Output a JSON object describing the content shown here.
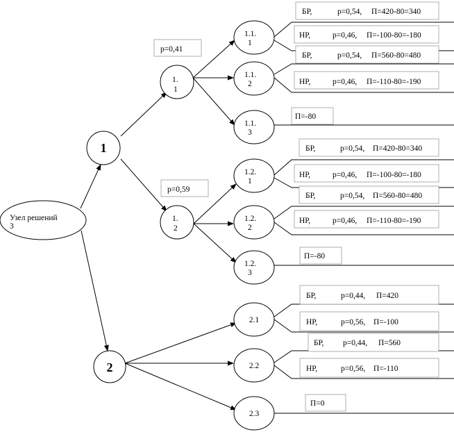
{
  "root": {
    "label": "Узел решений",
    "number": "3"
  },
  "alt1": {
    "label": "1"
  },
  "alt2": {
    "label": "2"
  },
  "n11": {
    "label": "1.",
    "sub": "1",
    "p": "p=0,41"
  },
  "n12": {
    "label": "1.",
    "sub": "2",
    "p": "p=0,59"
  },
  "n111": {
    "a": "1.1.",
    "b": "1"
  },
  "n112": {
    "a": "1.1.",
    "b": "2"
  },
  "n113": {
    "a": "1.1.",
    "b": "3"
  },
  "n121": {
    "a": "1.2.",
    "b": "1"
  },
  "n122": {
    "a": "1.2.",
    "b": "2"
  },
  "n123": {
    "a": "1.2.",
    "b": "3"
  },
  "n21": {
    "label": "2.1"
  },
  "n22": {
    "label": "2.2"
  },
  "n23": {
    "label": "2.3"
  },
  "outcomes": {
    "o111_br": {
      "k": "БР,",
      "p": "p=0,54,",
      "v": "П=420-80=340"
    },
    "o111_nr": {
      "k": "НР,",
      "p": "p=0,46,",
      "v": "П=-100-80=-180"
    },
    "o112_br": {
      "k": "БР,",
      "p": "p=0,54,",
      "v": "П=560-80=480"
    },
    "o112_nr": {
      "k": "НР,",
      "p": "p=0,46,",
      "v": "П=-110-80=-190"
    },
    "o113": {
      "v": "П=-80"
    },
    "o121_br": {
      "k": "БР,",
      "p": "p=0,54,",
      "v": "П=420-80=340"
    },
    "o121_nr": {
      "k": "НР,",
      "p": "p=0,46,",
      "v": "П=-100-80=-180"
    },
    "o122_br": {
      "k": "БР,",
      "p": "p=0,54,",
      "v": "П=560-80=480"
    },
    "o122_nr": {
      "k": "НР,",
      "p": "p=0,46,",
      "v": "П=-110-80=-190"
    },
    "o123": {
      "v": "П=-80"
    },
    "o21_br": {
      "k": "БР,",
      "p": "p=0,44,",
      "v": "П=420"
    },
    "o21_nr": {
      "k": "НР,",
      "p": "p=0,56,",
      "v": "П=-100"
    },
    "o22_br": {
      "k": "БР,",
      "p": "p=0,44,",
      "v": "П=560"
    },
    "o22_nr": {
      "k": "НР,",
      "p": "p=0,56,",
      "v": "П=-110"
    },
    "o23": {
      "v": "П=0"
    }
  }
}
